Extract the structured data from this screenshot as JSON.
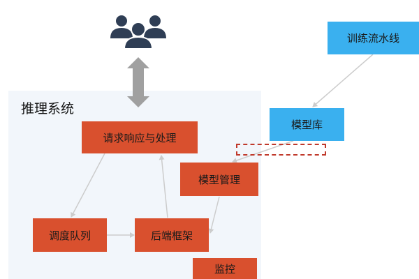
{
  "system": {
    "title": "推理系统"
  },
  "nodes": {
    "request": "请求响应与处理",
    "scheduler": "调度队列",
    "backend": "后端框架",
    "model_mgmt": "模型管理",
    "monitor": "监控",
    "model_repo": "模型库",
    "pipeline": "训练流水线"
  },
  "icons": {
    "users": "users-icon",
    "arrow": "double-arrow-icon"
  },
  "colors": {
    "red_box": "#d9502e",
    "blue_box": "#3ab0ef",
    "panel": "#f2f6fb",
    "connector": "#cccccc",
    "double_arrow": "#a0a0a0",
    "icon": "#2f3e55",
    "dashed": "#c0392b"
  }
}
